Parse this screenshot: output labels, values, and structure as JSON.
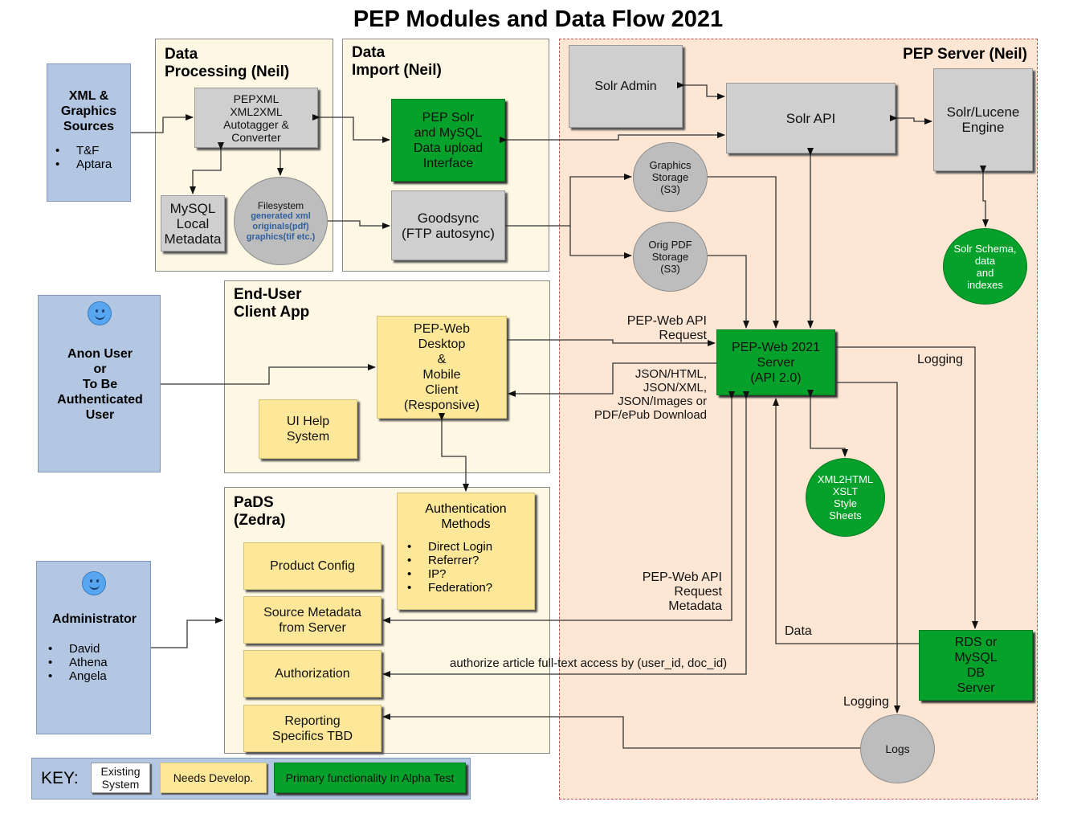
{
  "title": "PEP Modules and Data Flow 2021",
  "panels": {
    "data_processing": "Data\nProcessing (Neil)",
    "data_import": "Data\nImport (Neil)",
    "pep_server": "PEP Server (Neil)",
    "end_user": "End-User\nClient App",
    "pads": "PaDS\n(Zedra)"
  },
  "actors": {
    "xml_sources": {
      "name": "XML &\nGraphics\nSources",
      "items": [
        "T&F",
        "Aptara"
      ]
    },
    "anon_user": {
      "name": "Anon User\nor\nTo Be\nAuthenticated\nUser"
    },
    "administrator": {
      "name": "Administrator",
      "items": [
        "David",
        "Athena",
        "Angela"
      ]
    }
  },
  "boxes": {
    "pepxml": "PEPXML\nXML2XML\nAutotagger &\nConverter",
    "mysql_local": "MySQL\nLocal\nMetadata",
    "solr_upload": "PEP Solr\nand MySQL\nData upload\nInterface",
    "goodsync": "Goodsync\n(FTP autosync)",
    "solr_admin": "Solr Admin",
    "solr_api": "Solr API",
    "solr_lucene": "Solr/Lucene\nEngine",
    "pepweb_client": "PEP-Web\nDesktop\n&\nMobile\nClient\n(Responsive)",
    "ui_help": "UI Help\nSystem",
    "pepweb_server": "PEP-Web 2021\nServer\n(API 2.0)",
    "auth_methods_title": "Authentication\nMethods",
    "auth_methods_items": [
      "Direct Login",
      "Referrer?",
      "IP?",
      "Federation?"
    ],
    "product_config": "Product Config",
    "source_metadata": "Source Metadata\nfrom Server",
    "authorization": "Authorization",
    "reporting": "Reporting\nSpecifics TBD",
    "rds_mysql": "RDS or\nMySQL\nDB\nServer"
  },
  "circles": {
    "filesystem_title": "Filesystem",
    "filesystem_detail": "generated xml\noriginals(pdf)\ngraphics(tif etc.)",
    "graphics_storage": "Graphics\nStorage\n(S3)",
    "orig_pdf_storage": "Orig PDF\nStorage\n(S3)",
    "solr_schema": "Solr Schema,\ndata\nand\nindexes",
    "xml2html": "XML2HTML\nXSLT\nStyle\nSheets",
    "logs": "Logs"
  },
  "labels": {
    "api_request": "PEP-Web API\nRequest",
    "json_download": "JSON/HTML,\nJSON/XML,\nJSON/Images or\nPDF/ePub Download",
    "logging_top": "Logging",
    "api_request_metadata": "PEP-Web API\nRequest\nMetadata",
    "data": "Data",
    "authorize": "authorize article full-text access by (user_id, doc_id)",
    "logging_bottom": "Logging"
  },
  "key": {
    "label": "KEY:",
    "existing": "Existing\nSystem",
    "needs_develop": "Needs Develop.",
    "primary": "Primary functionality In Alpha Test"
  },
  "colors": {
    "existing_gray": "#cfcfcf",
    "needs_develop_yellow": "#fde89a",
    "alpha_green": "#06a12a",
    "actor_blue": "#b3c7e2",
    "server_panel": "#fde7d4",
    "cream_panel": "#fdf7e3"
  }
}
